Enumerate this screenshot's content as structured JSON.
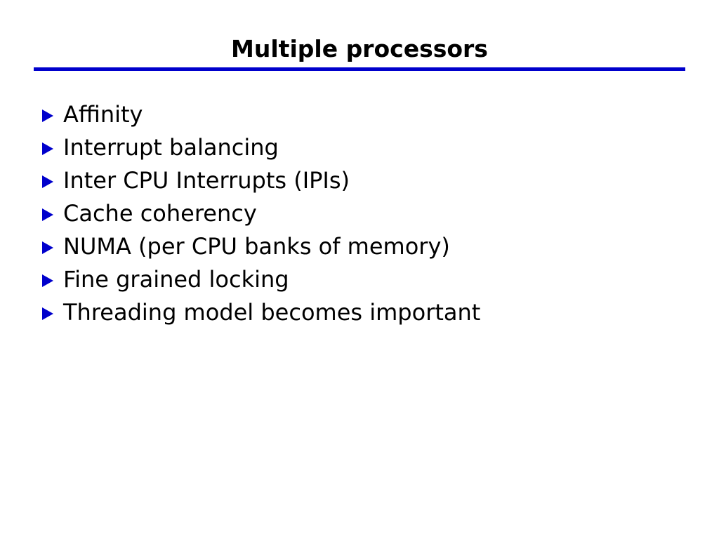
{
  "slide": {
    "title": "Multiple processors",
    "accent_color": "#0000CC",
    "background_color": "#FFFFFF",
    "text_color": "#000000",
    "bullet_icon": "triangle-right-icon",
    "bullets": [
      {
        "text": "Affinity"
      },
      {
        "text": "Interrupt balancing"
      },
      {
        "text": "Inter CPU Interrupts (IPIs)"
      },
      {
        "text": "Cache coherency"
      },
      {
        "text": "NUMA (per CPU banks of memory)"
      },
      {
        "text": "Fine grained locking"
      },
      {
        "text": "Threading model becomes important"
      }
    ]
  }
}
